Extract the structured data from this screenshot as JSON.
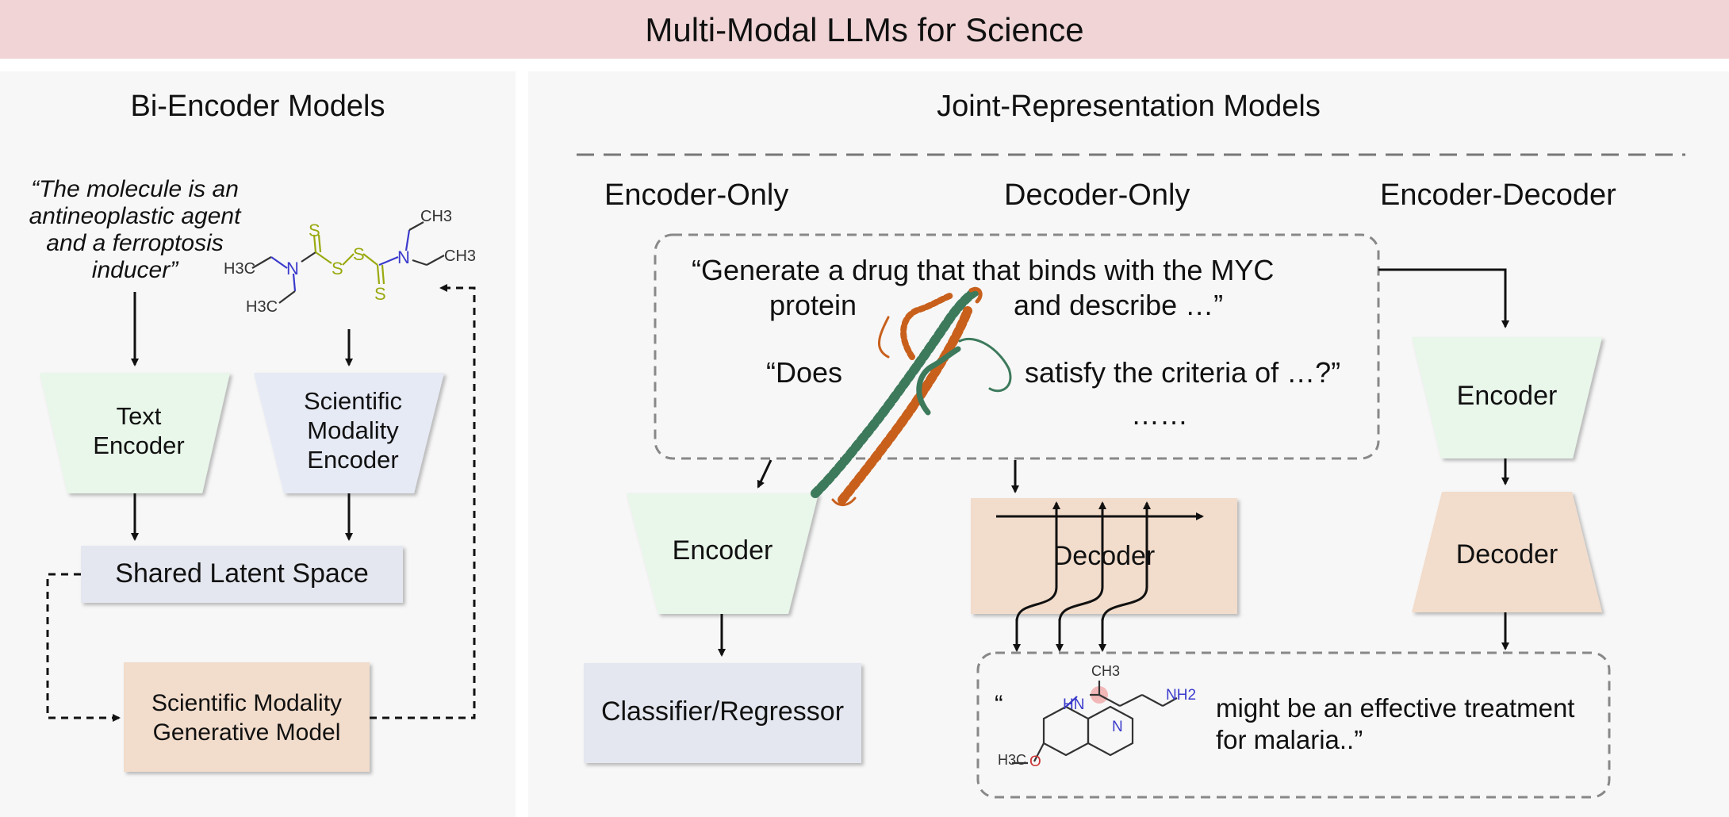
{
  "title": "Multi-Modal LLMs for Science",
  "colors": {
    "header_bg": "#f0d4d6",
    "panel_bg": "#f7f7f7",
    "encoder_fill": "#e9f6ea",
    "sci_encoder_fill": "#e6eaf5",
    "latent_fill": "#e4e7ef",
    "generative_fill": "#f2dccb",
    "decoder_fill": "#f2dccb",
    "classifier_fill": "#e4e7ef",
    "molecule_nitrogen": "#3a3acc",
    "molecule_sulfur": "#9aaa10",
    "protein_orange": "#c8601c",
    "protein_green": "#3d7a5c"
  },
  "left": {
    "heading": "Bi-Encoder Models",
    "quote_lines": [
      "“The molecule is an",
      "antineoplastic agent",
      "and a ferroptosis",
      "inducer”"
    ],
    "molecule": {
      "ch3_top": "CH3",
      "ch3_right": "CH3",
      "h3c_left": "H3C",
      "h3c_bottom": "H3C",
      "n": "N",
      "s": "S"
    },
    "text_encoder": [
      "Text",
      "Encoder"
    ],
    "sci_encoder": [
      "Scientific",
      "Modality",
      "Encoder"
    ],
    "latent": "Shared Latent Space",
    "generative": [
      "Scientific Modality",
      "Generative Model"
    ]
  },
  "right": {
    "heading": "Joint-Representation Models",
    "col_encoder_only": "Encoder-Only",
    "col_decoder_only": "Decoder-Only",
    "col_encoder_decoder": "Encoder-Decoder",
    "prompt_line1": "“Generate a drug that that binds with the MYC",
    "prompt_line2a": "protein",
    "prompt_line2b": "and describe …”",
    "prompt_line3a": "“Does",
    "prompt_line3b": "satisfy the criteria of …?”",
    "prompt_dots": "……",
    "encoder": "Encoder",
    "decoder": "Decoder",
    "classifier": "Classifier/Regressor",
    "enc2": "Encoder",
    "dec2": "Decoder",
    "output_open_quote": "“",
    "output_line1": "might be an effective treatment",
    "output_line2": "for malaria..”",
    "mol2": {
      "ch3": "CH3",
      "hn": "HN",
      "nh2": "NH2",
      "n": "N",
      "h3c": "H3C",
      "o": "O"
    }
  }
}
